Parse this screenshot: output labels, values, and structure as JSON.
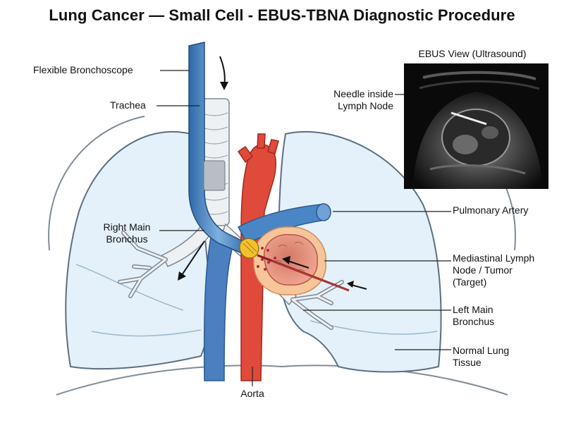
{
  "title": "Lung Cancer — Small Cell - EBUS-TBNA Diagnostic Procedure",
  "inset": {
    "title": "EBUS View (Ultrasound)",
    "needle_label_line1": "Needle inside",
    "needle_label_line2": "Lymph Node"
  },
  "labels": {
    "bronchoscope": "Flexible Bronchoscope",
    "trachea": "Trachea",
    "right_bronchus_line1": "Right Main",
    "right_bronchus_line2": "Bronchus",
    "aorta": "Aorta",
    "pulmonary_artery": "Pulmonary Artery",
    "lymph_line1": "Mediastinal Lymph",
    "lymph_line2": "Node / Tumor",
    "lymph_line3": "(Target)",
    "left_bronchus_line1": "Left Main",
    "left_bronchus_line2": "Bronchus",
    "normal_lung_line1": "Normal Lung",
    "normal_lung_line2": "Tissue"
  },
  "colors": {
    "lung_fill": "#e4f1fa",
    "lung_stroke": "#5b6f80",
    "scope": "#4a86c5",
    "aorta": "#e04a3a",
    "pulmonary_artery": "#4a86c5",
    "vena": "#4a7fc0",
    "lymph_node": "#e28c7a",
    "ultrasound_tip": "#f2c12e",
    "airway": "#eef1f3"
  }
}
